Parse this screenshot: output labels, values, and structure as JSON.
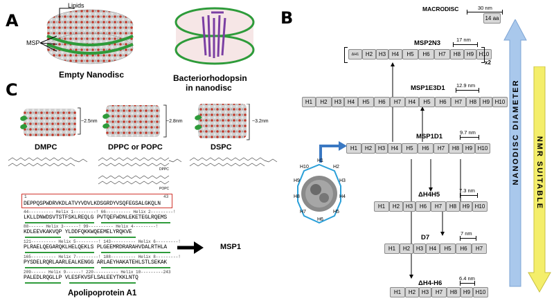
{
  "panels": {
    "a": "A",
    "b": "B",
    "c": "C"
  },
  "panel_a": {
    "lipids_label": "Lipids",
    "msp_label": "MSP",
    "empty_caption": "Empty Nanodisc",
    "br_caption_1": "Bacteriorhodopsin",
    "br_caption_2": "in nanodisc"
  },
  "panel_c": {
    "lipids": [
      {
        "name": "DMPC",
        "thickness": "~2.5nm"
      },
      {
        "name": "DPPC  or  POPC",
        "thickness": "~2.8nm"
      },
      {
        "name": "DSPC",
        "thickness": "~3.2nm"
      }
    ],
    "struct_labels": {
      "dppc": "DPPC",
      "popc": "POPC"
    },
    "seq_box": {
      "start": "1",
      "end": "43",
      "text": "DEPPQSPWDRVKDLATVYVDVLKDSGRDYVSQFEGSALGKQLN"
    },
    "seq_lines": [
      {
        "label": "44---------- Helix 1---------! 66---------- Helix 2---------!",
        "text": "LKLLDNWDSVTSTFSKLREQLG PVTQEFWDNLEKETEGLRQEMS"
      },
      {
        "label": "88------ Helix 3------! 99---------- Helix 4---------!",
        "text": "KDLEEVKAKVQP YLDDFQKKWQEEMELYRQKVE"
      },
      {
        "label": "121---------- Helix 5---------! 143---------- Helix 6---------!",
        "text": "PLRAELQEGARQKLHELQEKLS PLGEEMRDRARAHVDALRTHLA"
      },
      {
        "label": "165---------- Helix 7---------! 188---------- Helix 8---------!",
        "text": "PYSDELRQRLAARLEALKENGG ARLAEYHAKATEHLSTLSEKAK"
      },
      {
        "label": "209------ Helix 9------! 220---------- Helix 10---------243",
        "text": "PALEDLRQGLLP VLESFKVSFLSALEEYTKKLNTQ"
      }
    ],
    "protein_caption": "Apolipoprotein A1",
    "msp1_label": "MSP1"
  },
  "panel_b": {
    "constructs": [
      {
        "name": "MACRODISC",
        "scale": "30 nm",
        "helices": [
          "14 aa"
        ]
      },
      {
        "name": "MSP2N3",
        "scale": "17 nm",
        "helices": [
          "ΔH1",
          "H2",
          "H3",
          "H4",
          "H5",
          "H6",
          "H7",
          "H8",
          "H9",
          "H10"
        ],
        "multiplier": "x2"
      },
      {
        "name": "MSP1E3D1",
        "scale": "12.9 nm",
        "helices": [
          "H1",
          "H2",
          "H3",
          "H4",
          "H5",
          "H6",
          "H7",
          "H4",
          "H5",
          "H6",
          "H7",
          "H8",
          "H9",
          "H10"
        ]
      },
      {
        "name": "MSP1D1",
        "scale": "9.7 nm",
        "helices": [
          "H1",
          "H2",
          "H3",
          "H4",
          "H5",
          "H6",
          "H7",
          "H8",
          "H9",
          "H10"
        ]
      },
      {
        "name": "ΔH4H5",
        "scale": "7.3 nm",
        "helices": [
          "H1",
          "H2",
          "H3",
          "H6",
          "H7",
          "H8",
          "H9",
          "H10"
        ]
      },
      {
        "name": "D7",
        "scale": "7 nm",
        "helices": [
          "H1",
          "H2",
          "H3",
          "H4",
          "H5",
          "H6",
          "H7"
        ]
      },
      {
        "name": "ΔH4-H6",
        "scale": "6.4 nm",
        "helices": [
          "H1",
          "H2",
          "H3",
          "H7",
          "H8",
          "H9",
          "H10"
        ]
      }
    ],
    "ring_helices": [
      "H1",
      "H2",
      "H3",
      "H4",
      "H5",
      "H6",
      "H7",
      "H8",
      "H9",
      "H10"
    ],
    "diameter_arrow_text": "NANODISC   DIAMETER",
    "nmr_arrow_text": "NMR   SUITABLE",
    "colors": {
      "blue_arrow": "#a9c8ec",
      "yellow_arrow": "#f4ee6a",
      "ring": "#2a9fd8",
      "helix_box": "#d8d8d8"
    }
  }
}
